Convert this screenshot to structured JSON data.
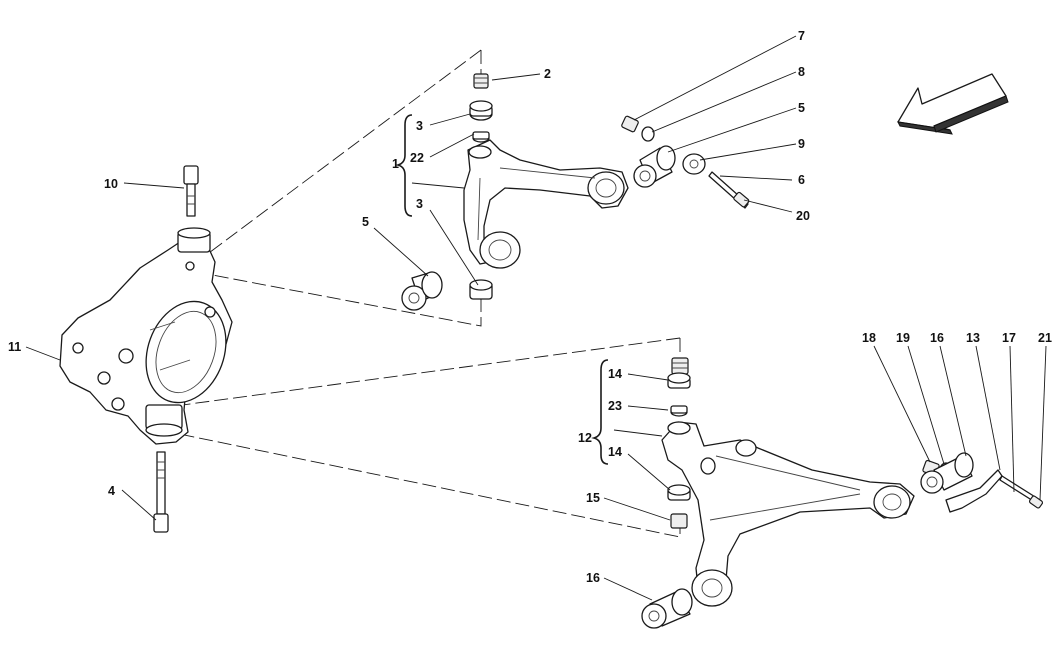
{
  "callouts": [
    {
      "id": "c1",
      "text": "1"
    },
    {
      "id": "c2",
      "text": "2"
    },
    {
      "id": "c3a",
      "text": "3"
    },
    {
      "id": "c3b",
      "text": "3"
    },
    {
      "id": "c4",
      "text": "4"
    },
    {
      "id": "c5a",
      "text": "5"
    },
    {
      "id": "c5b",
      "text": "5"
    },
    {
      "id": "c6",
      "text": "6"
    },
    {
      "id": "c7",
      "text": "7"
    },
    {
      "id": "c8",
      "text": "8"
    },
    {
      "id": "c9",
      "text": "9"
    },
    {
      "id": "c10",
      "text": "10"
    },
    {
      "id": "c11",
      "text": "11"
    },
    {
      "id": "c12",
      "text": "12"
    },
    {
      "id": "c13",
      "text": "13"
    },
    {
      "id": "c14a",
      "text": "14"
    },
    {
      "id": "c14b",
      "text": "14"
    },
    {
      "id": "c15",
      "text": "15"
    },
    {
      "id": "c16a",
      "text": "16"
    },
    {
      "id": "c16b",
      "text": "16"
    },
    {
      "id": "c17",
      "text": "17"
    },
    {
      "id": "c18",
      "text": "18"
    },
    {
      "id": "c19",
      "text": "19"
    },
    {
      "id": "c20",
      "text": "20"
    },
    {
      "id": "c21",
      "text": "21"
    },
    {
      "id": "c22",
      "text": "22"
    },
    {
      "id": "c23",
      "text": "23"
    }
  ],
  "direction_arrow": "front-direction-arrow"
}
